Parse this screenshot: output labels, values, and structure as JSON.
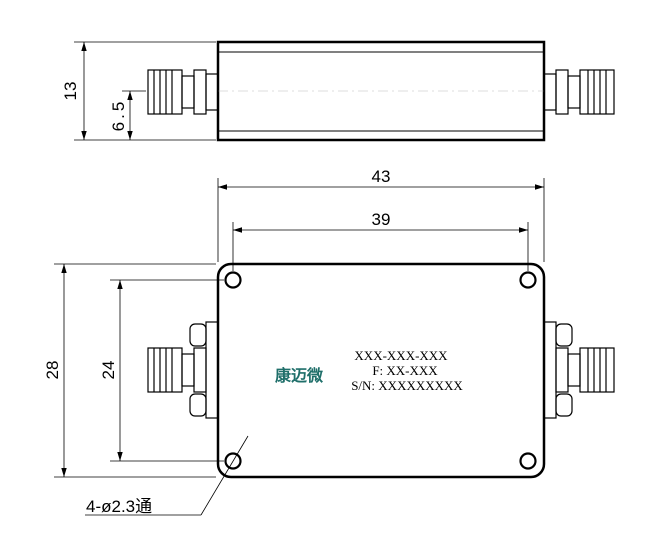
{
  "side_view": {
    "height_dim": "13",
    "center_dim": "6.5"
  },
  "top_view": {
    "overall_length_dim": "43",
    "hole_spacing_length_dim": "39",
    "overall_width_dim": "28",
    "hole_spacing_width_dim": "24",
    "hole_callout": "4-ø2.3通"
  },
  "label": {
    "logo": "康迈微",
    "model": "XXX-XXX-XXX",
    "frequency": "F: XX-XXX",
    "serial": "S/N: XXXXXXXXX",
    "logo_color": "#1f6f6a"
  }
}
